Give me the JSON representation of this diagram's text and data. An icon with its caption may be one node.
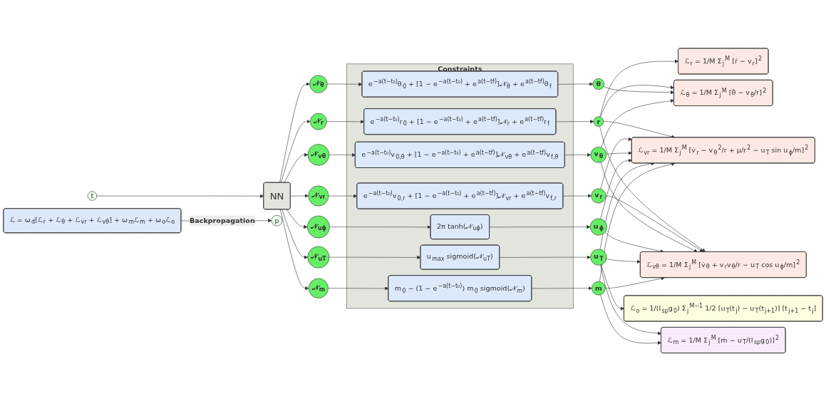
{
  "diagram": {
    "nodes": [
      {
        "text": [
          "t"
        ]
      },
      {
        "text": [
          "NN"
        ]
      },
      {
        "text": [
          "p"
        ]
      },
      {
        "text": [
          "Constraints"
        ]
      },
      {
        "text": [
          "𝒩$_{r}$"
        ]
      },
      {
        "text": [
          "𝒩$_{θ}$"
        ]
      },
      {
        "text": [
          "𝒩$_{vr}$"
        ]
      },
      {
        "text": [
          "𝒩$_{vθ}$"
        ]
      },
      {
        "text": [
          "𝒩$_{uϕ}$"
        ]
      },
      {
        "text": [
          "𝒩$_{uT}$"
        ]
      },
      {
        "text": [
          "𝒩$_{m}$"
        ]
      },
      {
        "text": [
          "e$^{−a(t−t₀)}$r$_{0}$ + [1 − e$^{−a(t−t₀)}$ + e$^{a(t−tf)}$]𝒩$_{r}$ + e$^{a(t−tf)}$r$_{f}$"
        ],
        "in": 3
      },
      {
        "text": [
          "e$^{−a(t−t₀)}$θ$_{0}$ + [1 − e$^{−a(t−t₀)}$ + e$^{a(t−tf)}$]𝒩$_{θ}$ + e$^{a(t−tf)}$θ$_{f}$"
        ],
        "in": 3
      },
      {
        "text": [
          "e$^{−a(t−t₀)}$v$_{0,r}$ + [1 − e$^{−a(t−t₀)}$ + e$^{a(t−tf)}$]𝒩$_{vr}$ + e$^{a(t−tf)}$v$_{f,r}$"
        ],
        "in": 3
      },
      {
        "text": [
          "e$^{−a(t−t₀)}$v$_{0,θ}$ + [1 − e$^{−a(t−t₀)}$ + e$^{a(t−tf)}$]𝒩$_{vθ}$ + e$^{a(t−tf)}$v$_{f,θ}$"
        ],
        "in": 3
      },
      {
        "text": [
          "2π tanh(𝒩$_{uϕ}$)"
        ],
        "in": 3
      },
      {
        "text": [
          "u$_{max}$ sigmoid(𝒩$_{uT}$)"
        ],
        "in": 3
      },
      {
        "text": [
          "m$_{0}$ − (1 − e$^{−a(t−t₀)}$) m$_{0}$ sigmoid(𝒩$_{m}$)"
        ],
        "in": 3
      },
      {
        "text": [
          "r"
        ]
      },
      {
        "text": [
          "θ"
        ]
      },
      {
        "text": [
          "v$_{r}$"
        ]
      },
      {
        "text": [
          "v$_{θ}$"
        ]
      },
      {
        "text": [
          "u$_{ϕ}$"
        ]
      },
      {
        "text": [
          "u$_{T}$"
        ]
      },
      {
        "text": [
          "m"
        ]
      },
      {
        "text": [
          "ℒ$_{r}$ = 1/M Σ$_{j}$$^{M}$ [ṙ − v$_{r}$]$^{2}$"
        ]
      },
      {
        "text": [
          "ℒ$_{θ}$ = 1/M Σ$_{j}$$^{M}$ [θ̇ − v$_{θ}$/r]$^{2}$"
        ]
      },
      {
        "text": [
          "ℒ$_{vr}$ = 1/M Σ$_{j}$$^{M}$ [v̇$_{r}$ − v$_{θ}$$^{2}$/r + μ/r$^{2}$ − u$_{T}$ sin u$_{ϕ}$/m]$^{2}$"
        ]
      },
      {
        "text": [
          "ℒ$_{vθ}$ = 1/M Σ$_{j}$$^{M}$ [v̇$_{θ}$ + v$_{r}$v$_{θ}$/r − u$_{T}$ cos u$_{ϕ}$/m]$^{2}$"
        ]
      },
      {
        "text": [
          "ℒ$_{o}$ = 1/(I$_{sp}$g$_{0}$) Σ$_{j}$$^{M−1}$ 1/2 [u$_{T}$(t$_{j}$) − u$_{T}$(t$_{j+1}$)] [t$_{j+1}$ − t$_{j}$]"
        ]
      },
      {
        "text": [
          "ℒ$_{m}$ = 1/M Σ$_{j}$$^{M}$ [ṁ − u$_{T}$/(I$_{sp}$g$_{0}$)]$^{2}$"
        ]
      },
      {
        "text": [
          "ℒ = ω$_{d}$[ℒ$_{r}$ + ℒ$_{θ}$ + ℒ$_{vr}$ + ℒ$_{vθ}$] + ω$_{m}$ℒ$_{m}$ + ω$_{o}$ℒ$_{o}$"
        ]
      }
    ],
    "edges": [
      {
        "from": 0,
        "to": 1,
        "arrow": "to"
      },
      {
        "from": 1,
        "to": 4,
        "arrow": "to"
      },
      {
        "from": 1,
        "to": 5,
        "arrow": "to"
      },
      {
        "from": 1,
        "to": 6,
        "arrow": "to"
      },
      {
        "from": 1,
        "to": 7,
        "arrow": "to"
      },
      {
        "from": 1,
        "to": 8,
        "arrow": "to"
      },
      {
        "from": 1,
        "to": 9,
        "arrow": "to"
      },
      {
        "from": 1,
        "to": 10,
        "arrow": "to"
      },
      {
        "from": 4,
        "to": 11,
        "arrow": "to"
      },
      {
        "from": 5,
        "to": 12,
        "arrow": "to"
      },
      {
        "from": 6,
        "to": 13,
        "arrow": "to"
      },
      {
        "from": 7,
        "to": 14,
        "arrow": "to"
      },
      {
        "from": 8,
        "to": 15,
        "arrow": "to"
      },
      {
        "from": 9,
        "to": 16,
        "arrow": "to"
      },
      {
        "from": 10,
        "to": 17,
        "arrow": "to"
      },
      {
        "from": 11,
        "to": 18,
        "arrow": "to"
      },
      {
        "from": 12,
        "to": 19,
        "arrow": "to"
      },
      {
        "from": 13,
        "to": 20,
        "arrow": "to"
      },
      {
        "from": 14,
        "to": 21,
        "arrow": "to"
      },
      {
        "from": 15,
        "to": 22,
        "arrow": "to"
      },
      {
        "from": 16,
        "to": 23,
        "arrow": "to"
      },
      {
        "from": 17,
        "to": 24,
        "arrow": "to"
      },
      {
        "from": 18,
        "to": 25,
        "arrow": "to"
      },
      {
        "from": 18,
        "to": 26,
        "arrow": "to"
      },
      {
        "from": 18,
        "to": 27,
        "arrow": "to"
      },
      {
        "from": 18,
        "to": 28,
        "arrow": "to"
      },
      {
        "from": 19,
        "to": 26,
        "arrow": "to"
      },
      {
        "from": 20,
        "to": 27,
        "arrow": "to"
      },
      {
        "from": 20,
        "to": 28,
        "arrow": "to"
      },
      {
        "from": 21,
        "to": 26,
        "arrow": "to"
      },
      {
        "from": 21,
        "to": 27,
        "arrow": "to"
      },
      {
        "from": 21,
        "to": 28,
        "arrow": "to"
      },
      {
        "from": 22,
        "to": 27,
        "arrow": "to"
      },
      {
        "from": 22,
        "to": 28,
        "arrow": "to"
      },
      {
        "from": 23,
        "to": 27,
        "arrow": "to"
      },
      {
        "from": 23,
        "to": 28,
        "arrow": "to"
      },
      {
        "from": 23,
        "to": 29,
        "arrow": "to"
      },
      {
        "from": 23,
        "to": 30,
        "arrow": "to"
      },
      {
        "from": 24,
        "to": 27,
        "arrow": "to"
      },
      {
        "from": 24,
        "to": 28,
        "arrow": "to"
      },
      {
        "from": 24,
        "to": 30,
        "arrow": "to"
      },
      {
        "from": 31,
        "to": 2,
        "label": "Backpropagation",
        "arrow": "to"
      }
    ]
  }
}
